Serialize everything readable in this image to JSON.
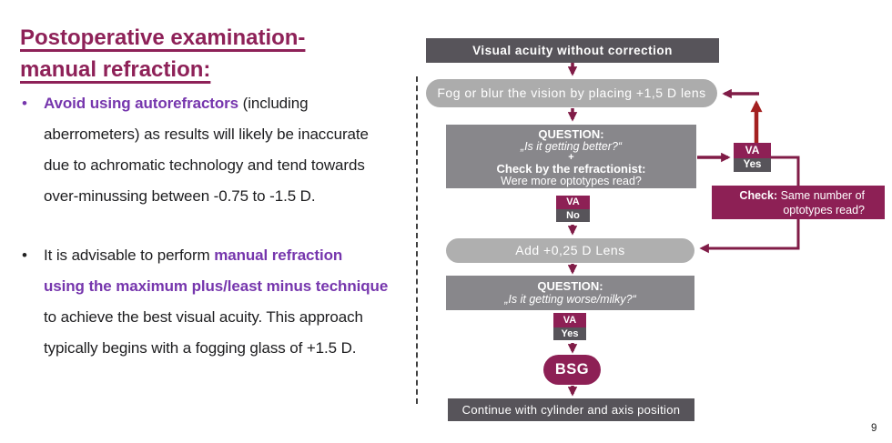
{
  "slide": {
    "page_number": "9"
  },
  "title": {
    "line1": "Postoperative examination-",
    "line2": "manual refraction:"
  },
  "bullets": {
    "marker": "•",
    "items": [
      {
        "lines": [
          {
            "segments": [
              {
                "text": "Avoid using autorefractors"
              },
              {
                "text": " (including"
              }
            ]
          },
          {
            "segments": [
              {
                "text": "aberrometers) as results will likely be inaccurate"
              }
            ]
          },
          {
            "segments": [
              {
                "text": "due to achromatic technology and tend towards"
              }
            ]
          },
          {
            "segments": [
              {
                "text": "over-minussing between -0.75 to -1.5 D."
              }
            ]
          }
        ]
      },
      {
        "lines": [
          {
            "segments": [
              {
                "text": "It is advisable to perform "
              },
              {
                "text": "manual refraction"
              }
            ]
          },
          {
            "segments": [
              {
                "text": "using the maximum plus/least minus technique"
              }
            ]
          },
          {
            "segments": [
              {
                "text": "to achieve the best visual acuity. This approach"
              }
            ]
          },
          {
            "segments": [
              {
                "text": "typically begins with a fogging glass of +1.5 D."
              }
            ]
          }
        ]
      }
    ]
  },
  "flowchart": {
    "start": "Visual acuity without correction",
    "fog_step": "Fog or blur the vision by placing +1,5 D lens",
    "question1": {
      "heading": "QUESTION:",
      "question": "„Is it getting better?“",
      "plus": "+",
      "check_heading": "Check by the refractionist:",
      "check_question": "Were more optotypes read?"
    },
    "va_label": "VA",
    "yes_label": "Yes",
    "no_label": "No",
    "check_note": {
      "bold": "Check:",
      "line1_rest": " Same number of",
      "line2": "optotypes read?"
    },
    "add_step": "Add +0,25 D Lens",
    "question2": {
      "heading": "QUESTION:",
      "question": "„Is it getting worse/milky?“"
    },
    "terminal": "BSG",
    "continue": "Continue with cylinder and axis position"
  },
  "colors": {
    "title": "#8E2158",
    "accent_purple": "#7636AD",
    "maroon_box": "#8D2055",
    "arrow_maroon": "#801C47",
    "arrow_red": "#A32020",
    "dark_gray_box": "#57545A",
    "mid_gray_box": "#88878B",
    "light_gray_pill": "#ACACAC"
  }
}
